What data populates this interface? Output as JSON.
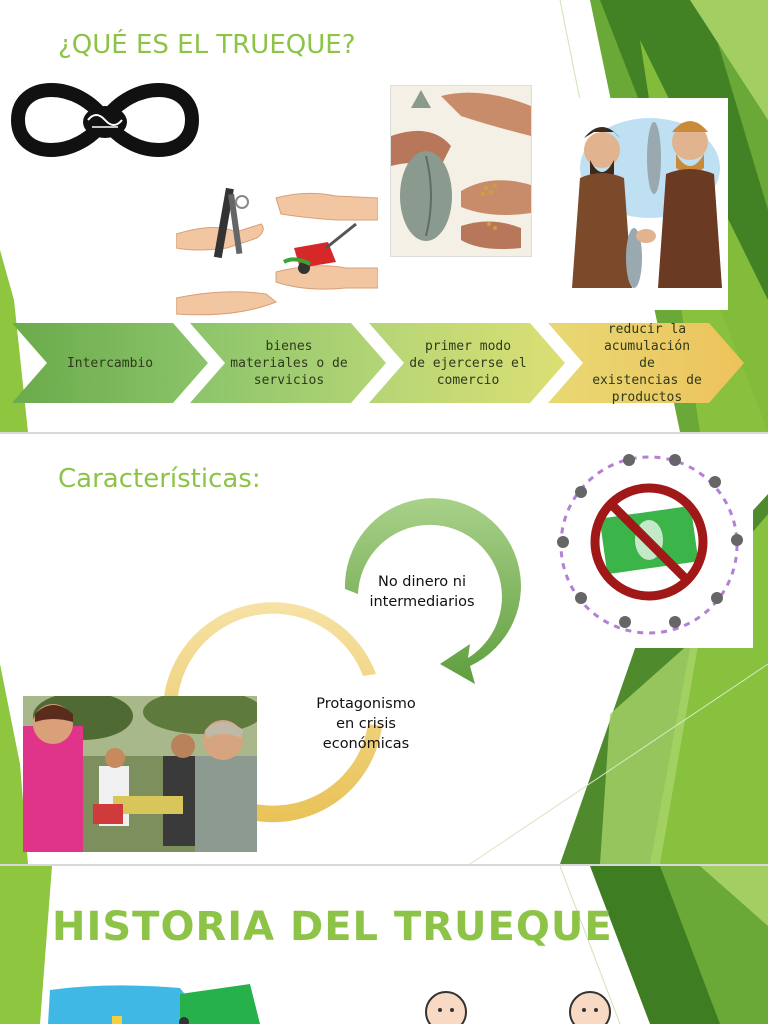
{
  "slide1": {
    "title": "¿QUÉ ES EL TRUEQUE?",
    "process": [
      {
        "label": "Intercambio"
      },
      {
        "label": "bienes\nmateriales o de\nservicios"
      },
      {
        "label": "primer modo\nde ejercerse el\ncomercio"
      },
      {
        "label": "reducir la\nacumulación\nde\nexistencias de\nproductos"
      }
    ]
  },
  "slide2": {
    "title": "Características:",
    "cycle": [
      {
        "label": "No dinero ni\nintermediarios"
      },
      {
        "label": "Protagonismo\nen crisis\neconómicas"
      }
    ]
  },
  "slide3": {
    "title": "HISTORIA DEL TRUEQUE"
  },
  "colors": {
    "title_green": "#8dc447",
    "dark_green": "#4f8a2c",
    "light_green": "#8ec63f",
    "gold": "#eec25b"
  }
}
